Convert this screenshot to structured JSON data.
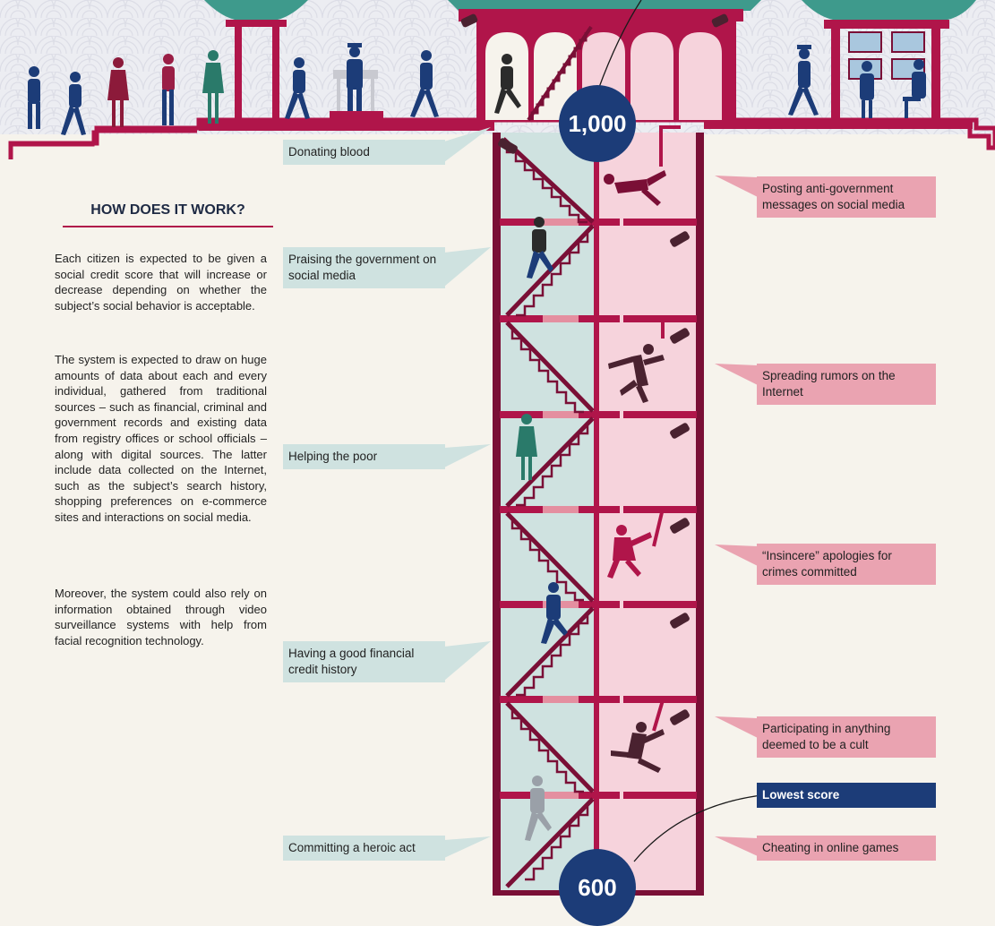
{
  "how_it_works": {
    "title": "HOW DOES IT WORK?",
    "paragraphs": [
      "Each citizen is expected to be given a social credit score that will increase or decrease depending on whether the subject’s social behavior is acceptable.",
      "The system is expected to draw on huge amounts of data about each and every individual, gathered from traditional sources – such as financial, criminal and government records and existing data from registry offices or school officials – along with digital sources. The latter include data collected on the Internet, such as the subject’s search history, shopping preferences on e-commerce sites and interactions on social media.",
      "Moreover, the system could also rely on information obtained through video surveillance systems with help from facial recognition technology."
    ]
  },
  "scores": {
    "top": "1,000",
    "bottom": "600"
  },
  "positive_behaviors": [
    "Donating blood",
    "Praising the government on social media",
    "Helping the poor",
    "Having a good financial credit history",
    "Committing a heroic act"
  ],
  "negative_behaviors": [
    "Posting anti-government messages on social media",
    "Spreading rumors on the Internet",
    "“Insincere” apologies for crimes committed",
    "Participating in anything deemed to be a cult",
    "Cheating in online games"
  ],
  "lowest_score_label": "Lowest score",
  "colors": {
    "crimson": "#b0154a",
    "maroon": "#7a0f36",
    "navy": "#1c3c78",
    "teal_roof": "#3e9a8c",
    "mint_shaft": "#cfe2e0",
    "pink_shaft": "#f6d3dc",
    "pink_tag": "#eaa3b1",
    "background": "#f6f3ec"
  }
}
